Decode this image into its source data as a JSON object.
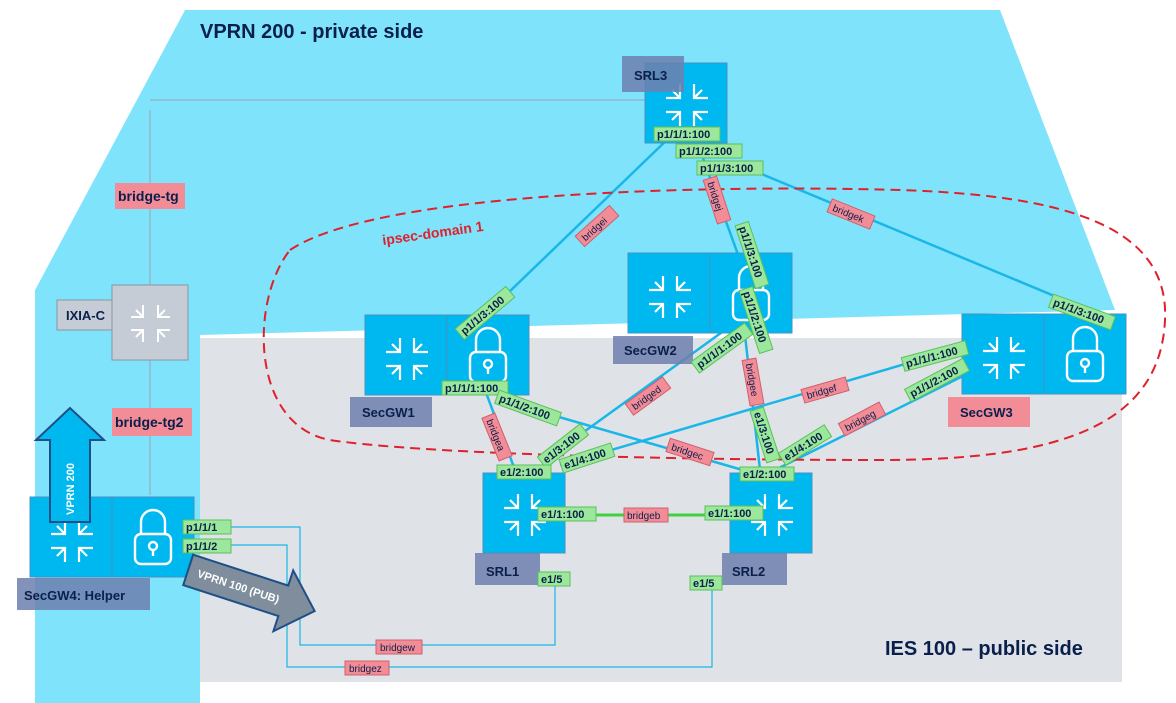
{
  "zones": {
    "private_title": "VPRN 200 - private side",
    "public_title": "IES 100 – public side",
    "ipsec_domain": "ipsec-domain 1"
  },
  "nodes": {
    "srl3": "SRL3",
    "srl1": "SRL1",
    "srl2": "SRL2",
    "secgw1": "SecGW1",
    "secgw2": "SecGW2",
    "secgw3": "SecGW3",
    "secgw4": "SecGW4: Helper",
    "ixia": "IXIA-C"
  },
  "arrows": {
    "vprn200": "VPRN 200",
    "vprn100": "VPRN 100 (PUB)"
  },
  "ports": {
    "srl3_p1": "p1/1/1:100",
    "srl3_p2": "p1/1/2:100",
    "srl3_p3": "p1/1/3:100",
    "gw1_p3": "p1/1/3:100",
    "gw1_p1": "p1/1/1:100",
    "gw1_p2": "p1/1/2:100",
    "gw2_p3": "p1/1/3:100",
    "gw2_p2": "p1/1/2:100",
    "gw2_p1": "p1/1/1:100",
    "gw3_p3": "p1/1/3:100",
    "gw3_p1": "p1/1/1:100",
    "gw3_p2": "p1/1/2:100",
    "srl1_e13": "e1/3:100",
    "srl1_e14": "e1/4:100",
    "srl1_e12": "e1/2:100",
    "srl1_e11": "e1/1:100",
    "srl1_e15": "e1/5",
    "srl2_e13": "e1/3:100",
    "srl2_e14": "e1/4:100",
    "srl2_e12": "e1/2:100",
    "srl2_e11": "e1/1:100",
    "srl2_e15": "e1/5",
    "gw4_p1": "p1/1/1",
    "gw4_p2": "p1/1/2"
  },
  "bridges": {
    "tg": "bridge-tg",
    "tg2": "bridge-tg2",
    "i": "bridgei",
    "j": "bridgej",
    "k": "bridgek",
    "a": "bridgea",
    "b": "bridgeb",
    "c": "bridgec",
    "d": "bridged",
    "e": "bridgee",
    "f": "bridgef",
    "g": "bridgeg",
    "w": "bridgew",
    "z": "bridgez"
  },
  "colors": {
    "private_zone": "#7fe3fb",
    "public_zone": "#dfe3e8",
    "device": "#00b8f0",
    "link": "#1ab6e8",
    "port_label": "#9be79b",
    "bridge_label": "#f28d97",
    "node_tag": "#7b8cb3",
    "domain_ring": "#e0202a"
  }
}
